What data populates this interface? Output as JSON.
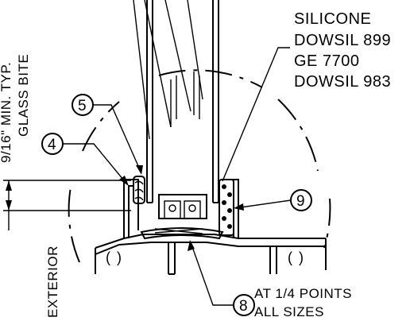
{
  "notes": {
    "silicone_lines": [
      "SILICONE",
      "DOWSIL 899",
      "GE 7700",
      "DOWSIL 983"
    ],
    "glass_bite_lines": [
      "9/16\" MIN. TYP.",
      "GLASS BITE"
    ],
    "exterior": "EXTERIOR",
    "points_lines": [
      "AT 1/4 POINTS",
      "ALL SIZES"
    ]
  },
  "callouts": {
    "c4": "4",
    "c5": "5",
    "c8": "8",
    "c9": "9"
  }
}
